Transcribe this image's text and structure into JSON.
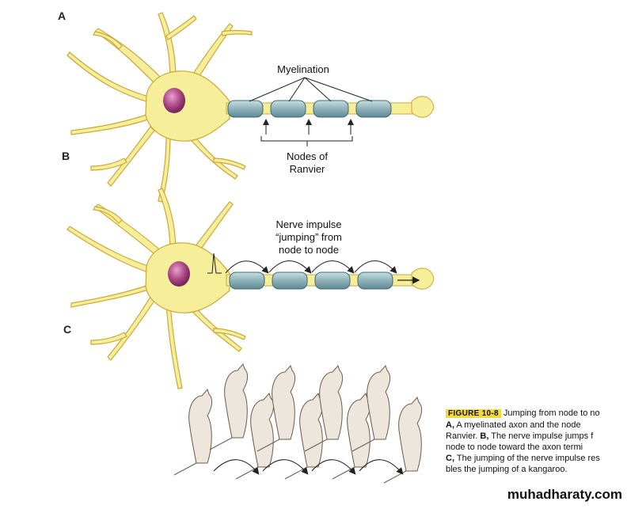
{
  "panels": {
    "a": "A",
    "b": "B",
    "c": "C"
  },
  "annotations": {
    "myelination": "Myelination",
    "nodes_line1": "Nodes of",
    "nodes_line2": "Ranvier",
    "impulse_line1": "Nerve impulse",
    "impulse_line2": "“jumping” from",
    "impulse_line3": "node to node"
  },
  "caption": {
    "tag": "FIGURE 10-8",
    "line1": " Jumping from node to no",
    "line2a": "A,",
    "line2b": " A myelinated axon and the node",
    "line3a": "Ranvier. ",
    "line3b": "B,",
    "line3c": " The nerve impulse jumps f",
    "line4": "node to node toward the axon termi",
    "line5a": "C,",
    "line5b": " The jumping of the nerve impulse res",
    "line6": "bles the jumping of a kangaroo."
  },
  "watermark": "muhadharaty.com",
  "colors": {
    "neuron_fill": "#f7ee9a",
    "neuron_stroke": "#c9a93a",
    "nucleus": "#b04a8a",
    "myelin": "#8fb1b8",
    "caption_tag": "#f5d83a"
  }
}
